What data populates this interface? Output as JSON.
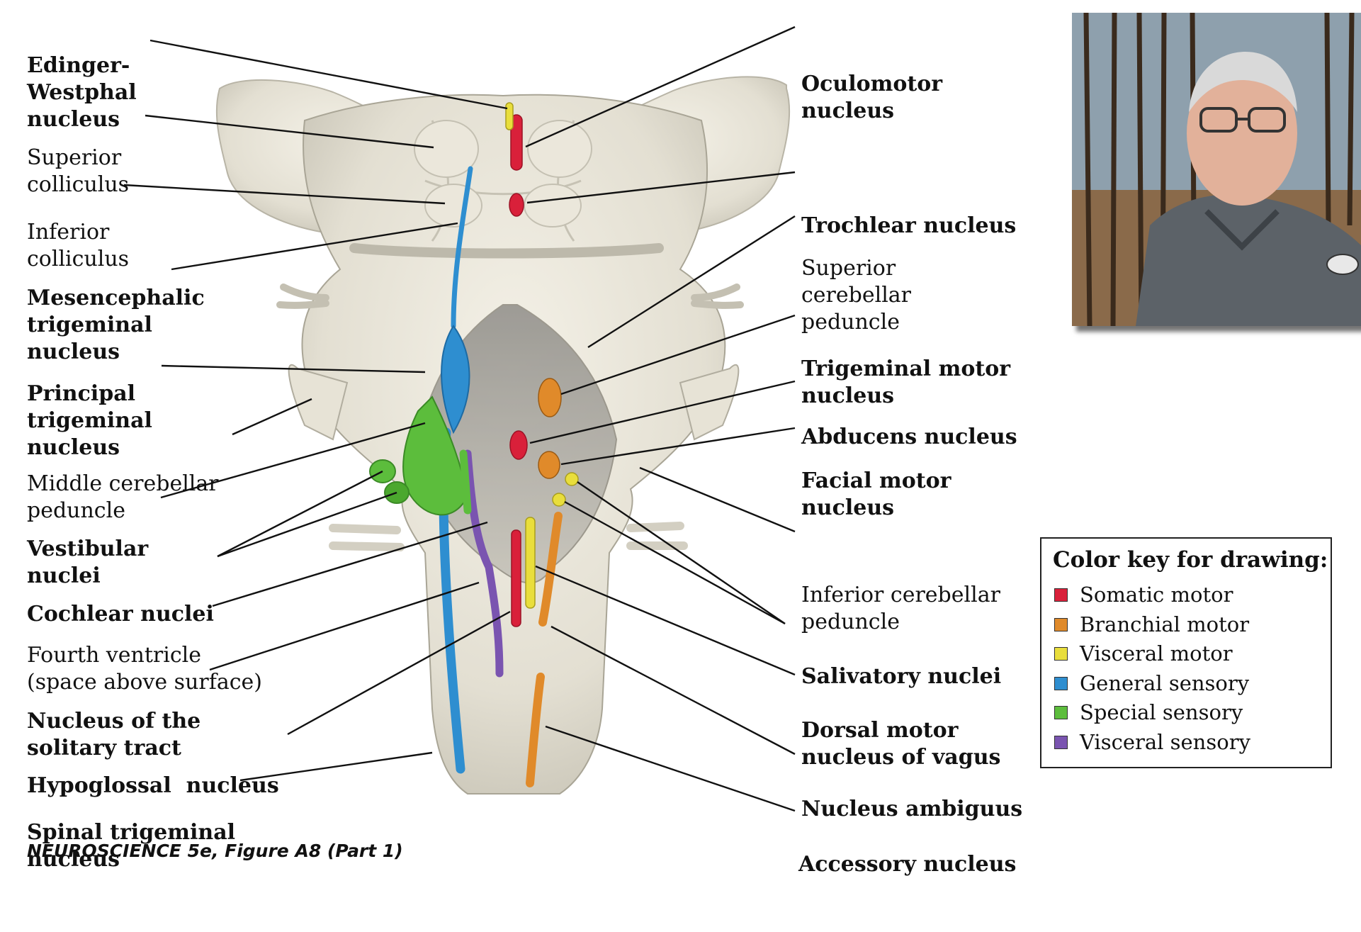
{
  "labels_left": [
    {
      "id": "edinger",
      "lines": [
        "Edinger-",
        "Westphal",
        "nucleus"
      ],
      "bold": true
    },
    {
      "id": "sup-colliculus",
      "lines": [
        "Superior",
        "colliculus"
      ],
      "bold": false
    },
    {
      "id": "inf-colliculus",
      "lines": [
        "Inferior",
        "colliculus"
      ],
      "bold": false
    },
    {
      "id": "mesencephalic",
      "lines": [
        "Mesencephalic",
        "trigeminal",
        "nucleus"
      ],
      "bold": true
    },
    {
      "id": "principal",
      "lines": [
        "Principal",
        "trigeminal",
        "nucleus"
      ],
      "bold": true
    },
    {
      "id": "middle-peduncle",
      "lines": [
        "Middle cerebellar",
        "peduncle"
      ],
      "bold": false
    },
    {
      "id": "vestibular",
      "lines": [
        "Vestibular",
        "nuclei"
      ],
      "bold": true
    },
    {
      "id": "cochlear",
      "lines": [
        "Cochlear nuclei"
      ],
      "bold": true
    },
    {
      "id": "fourth-ventricle",
      "lines": [
        "Fourth ventricle",
        "(space above surface)"
      ],
      "bold": false
    },
    {
      "id": "solitary",
      "lines": [
        "Nucleus of the",
        "solitary tract"
      ],
      "bold": true
    },
    {
      "id": "hypoglossal",
      "lines": [
        "Hypoglossal  nucleus"
      ],
      "bold": true
    },
    {
      "id": "spinal-trigeminal",
      "lines": [
        "Spinal trigeminal",
        "nucleus"
      ],
      "bold": true
    }
  ],
  "labels_right": [
    {
      "id": "oculomotor",
      "lines": [
        "Oculomotor",
        "nucleus"
      ],
      "bold": true
    },
    {
      "id": "trochlear",
      "lines": [
        "Trochlear nucleus"
      ],
      "bold": true
    },
    {
      "id": "sup-peduncle",
      "lines": [
        "Superior",
        "cerebellar",
        "peduncle"
      ],
      "bold": false
    },
    {
      "id": "trigeminal-motor",
      "lines": [
        "Trigeminal motor",
        "nucleus"
      ],
      "bold": true
    },
    {
      "id": "abducens",
      "lines": [
        "Abducens nucleus"
      ],
      "bold": true
    },
    {
      "id": "facial-motor",
      "lines": [
        "Facial motor",
        "nucleus"
      ],
      "bold": true
    },
    {
      "id": "inf-peduncle",
      "lines": [
        "Inferior cerebellar",
        "peduncle"
      ],
      "bold": false
    },
    {
      "id": "salivatory",
      "lines": [
        "Salivatory nuclei"
      ],
      "bold": true
    },
    {
      "id": "dorsal-vagus",
      "lines": [
        "Dorsal motor",
        "nucleus of vagus"
      ],
      "bold": true
    },
    {
      "id": "ambiguus",
      "lines": [
        "Nucleus ambiguus"
      ],
      "bold": true
    },
    {
      "id": "accessory",
      "lines": [
        "Accessory nucleus"
      ],
      "bold": true
    }
  ],
  "color_key": {
    "title": "Color key for drawing:",
    "items": [
      {
        "label": "Somatic motor",
        "color": "#d9203a"
      },
      {
        "label": "Branchial motor",
        "color": "#e08a2a"
      },
      {
        "label": "Visceral motor",
        "color": "#e9de3c"
      },
      {
        "label": "General sensory",
        "color": "#2e8ed0"
      },
      {
        "label": "Special sensory",
        "color": "#5cbd3c"
      },
      {
        "label": "Visceral sensory",
        "color": "#7a54b0"
      }
    ]
  },
  "citation": "NEUROSCIENCE 5e, Figure A8 (Part 1)"
}
